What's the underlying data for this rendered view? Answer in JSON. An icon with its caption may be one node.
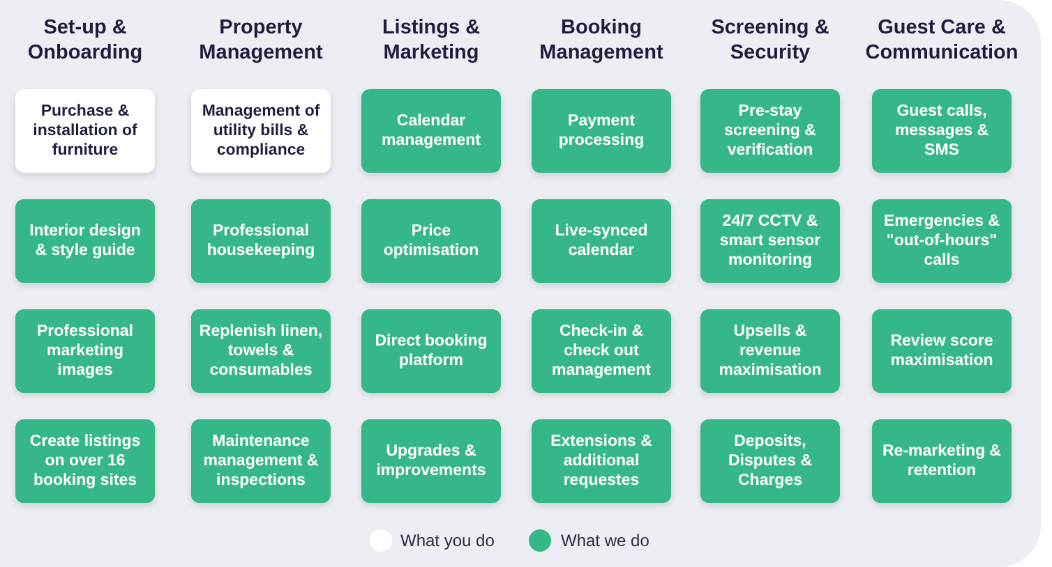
{
  "diagram": {
    "nodes": [
      {
        "text": [
          "Purchase & installation of furniture"
        ]
      },
      {
        "text": [
          "Management of utility bills & compliance"
        ]
      },
      {
        "text": [
          "Calendar management"
        ]
      },
      {
        "text": [
          "Payment processing"
        ]
      },
      {
        "text": [
          "Pre-stay screening & verification"
        ]
      },
      {
        "text": [
          "Guest calls, messages & SMS"
        ]
      },
      {
        "text": [
          "Interior design & style guide"
        ]
      },
      {
        "text": [
          "Professional housekeeping"
        ]
      },
      {
        "text": [
          "Price optimisation"
        ]
      },
      {
        "text": [
          "Live-synced calendar"
        ]
      },
      {
        "text": [
          "24/7 CCTV & smart sensor monitoring"
        ]
      },
      {
        "text": [
          "Emergencies & \"out-of-hours\" calls"
        ]
      },
      {
        "text": [
          "Professional marketing images"
        ]
      },
      {
        "text": [
          "Replenish linen, towels & consumables"
        ]
      },
      {
        "text": [
          "Direct booking platform"
        ]
      },
      {
        "text": [
          "Check-in & check out management"
        ]
      },
      {
        "text": [
          "Upsells & revenue maximisation"
        ]
      },
      {
        "text": [
          "Review score maximisation"
        ]
      },
      {
        "text": [
          "Create listings on over 16 booking sites"
        ]
      },
      {
        "text": [
          "Maintenance management & inspections"
        ]
      },
      {
        "text": [
          "Upgrades & improvements"
        ]
      },
      {
        "text": [
          "Extensions & additional requestes"
        ]
      },
      {
        "text": [
          "Deposits, Disputes & Charges"
        ]
      },
      {
        "text": [
          "Re-marketing & retention"
        ]
      }
    ],
    "labels": [
      "Set-up & Onboarding",
      "Property Management",
      "Listings & Marketing",
      "Booking Management",
      "Screening & Security",
      "Guest Care & Communication"
    ],
    "legend": [
      {
        "text": "What you do",
        "color": "#ffffff"
      },
      {
        "text": "What we do",
        "color": "#36b788"
      }
    ]
  }
}
